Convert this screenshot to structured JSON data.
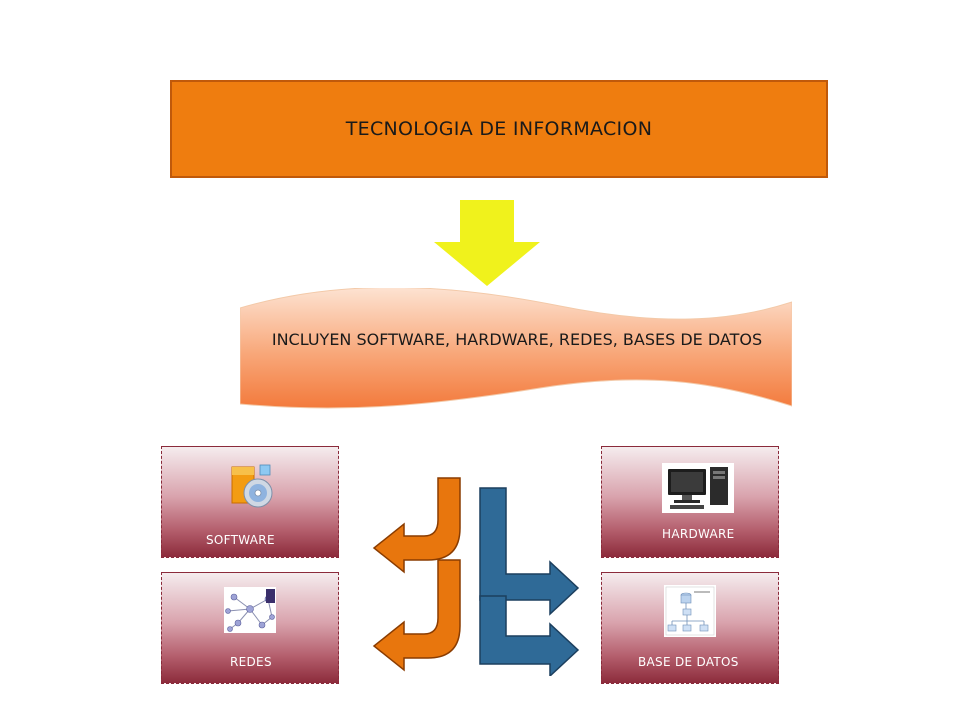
{
  "title": "TECNOLOGIA DE INFORMACION",
  "banner_text": "INCLUYEN SOFTWARE, HARDWARE, REDES, BASES DE DATOS",
  "cards": {
    "software": {
      "label": "SOFTWARE",
      "icon": "software-box-cd-icon"
    },
    "hardware": {
      "label": "HARDWARE",
      "icon": "desktop-computer-icon"
    },
    "redes": {
      "label": "REDES",
      "icon": "network-nodes-icon"
    },
    "base_datos": {
      "label": "BASE DE DATOS",
      "icon": "database-diagram-icon"
    }
  },
  "colors": {
    "title_fill": "#ef7d0f",
    "down_arrow": "#f0f21c",
    "banner_top": "#fde3d2",
    "banner_bottom": "#f37a3c",
    "card_bottom": "#8c2b3b",
    "orange_arrow": "#e8760d",
    "blue_arrow": "#2f6a97"
  }
}
